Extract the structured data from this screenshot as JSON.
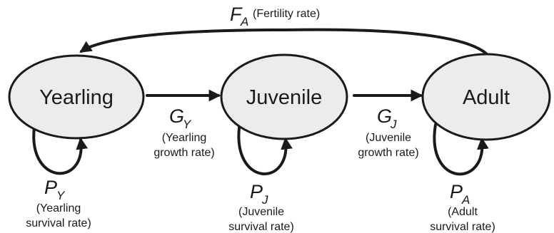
{
  "nodes": {
    "yearling": "Yearling",
    "juvenile": "Juvenile",
    "adult": "Adult"
  },
  "transitions": {
    "fertility": {
      "symbol": "F",
      "subscript": "A",
      "description": "(Fertility rate)"
    },
    "yearling_growth": {
      "symbol": "G",
      "subscript": "Y",
      "line1": "(Yearling",
      "line2": "growth rate)"
    },
    "juvenile_growth": {
      "symbol": "G",
      "subscript": "J",
      "line1": "(Juvenile",
      "line2": "growth rate)"
    },
    "yearling_survival": {
      "symbol": "P",
      "subscript": "Y",
      "line1": "(Yearling",
      "line2": "survival rate)"
    },
    "juvenile_survival": {
      "symbol": "P",
      "subscript": "J",
      "line1": "(Juvenile",
      "line2": "survival rate)"
    },
    "adult_survival": {
      "symbol": "P",
      "subscript": "A",
      "line1": "(Adult",
      "line2": "survival rate)"
    }
  },
  "colors": {
    "node_fill": "#ececec",
    "stroke": "#1a1a1a"
  }
}
